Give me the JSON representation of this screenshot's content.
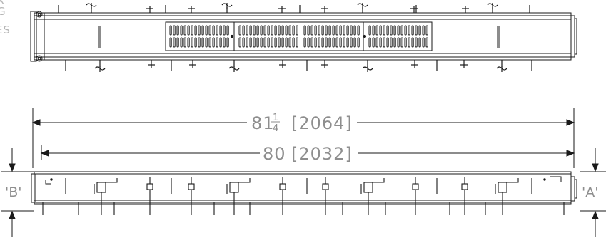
{
  "cut_off_text": {
    "line1": "X",
    "line2": "G",
    "line3": "ES"
  },
  "dimensions": {
    "overall": {
      "whole": "81",
      "num": "1",
      "den": "4",
      "metric": "[2064]"
    },
    "inner": {
      "value": "80",
      "metric": "[2032]"
    }
  },
  "section_markers": {
    "left": "'B'",
    "right": "'A'"
  },
  "colors": {
    "line": "#1a1a1a",
    "dimension_text": "#8e8e8e",
    "cut_text": "#b5b5b5"
  }
}
